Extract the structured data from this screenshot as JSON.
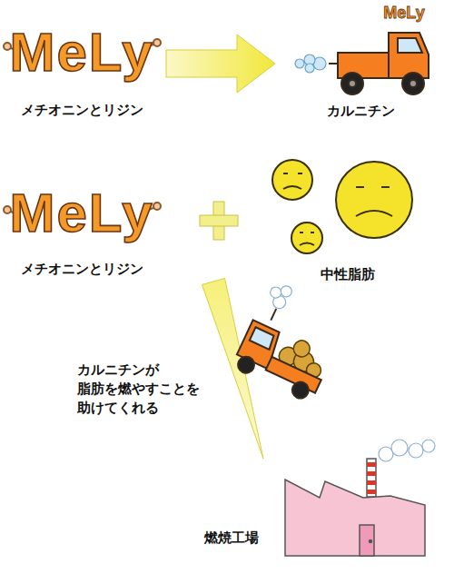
{
  "diagram": {
    "nodes": [
      {
        "text": [
          "MeLy",
          "メチオニンとリジン"
        ]
      },
      {
        "text": [
          "MeLy",
          "カルニチン"
        ]
      },
      {
        "text": [
          "MeLy",
          "メチオニンとリジン"
        ]
      },
      {
        "text": [
          "中性脂肪"
        ]
      },
      {
        "text": [
          "燃焼工場"
        ]
      }
    ],
    "edges": [
      {
        "from": 0,
        "to": 1,
        "arrow": "to"
      },
      {
        "from": 2,
        "to": 4,
        "arrow": "to",
        "label": "カルニチンが 脂肪を燃やすことを 助けてくれる"
      }
    ]
  }
}
